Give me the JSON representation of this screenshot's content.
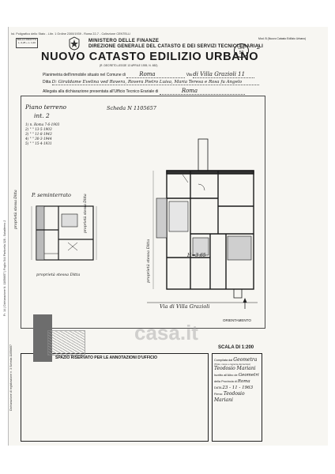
{
  "header": {
    "top_strip": "Ist. Poligrafico dello Stato - Libr. 1  Ordine 2300/1939 - Roma 22-7 - Collezione CENTELLI",
    "stamp_left": [
      "BOLLO RIDOTTO",
      "L. 0,25 + L. 1,00"
    ],
    "ministry": "MINISTERO DELLE FINANZE",
    "direzione": "DIREZIONE GENERALE DEL CATASTO E DEI SERVIZI TECNICI ERARIALI",
    "title": "NUOVO CATASTO EDILIZIO URBANO",
    "subtitle": "(R. DECRETO-LEGGE 13 APRILE 1939, N. 652)",
    "model_tag": "Mod. B (Nuovo Catasto Edilizio Urbano)",
    "lire_label": "Lire",
    "lire_value": "50",
    "corner_number": "2"
  },
  "form": {
    "planimetria_label": "Planimetria dell'immobile situato nel Comune di",
    "comune": "Roma",
    "via_label": "Via",
    "via_value": "di Villa Grazioli 11",
    "ditta_label": "Ditta",
    "ditta_value": "D: Giraldame Evelina ved Rovera, Rovera Pietro Luisa, Maria Teresa e Rosa fu Angelo",
    "allegata_label": "Allegata alla dichiarazione presentata all'Ufficio Tecnico Erariale di",
    "allegata_value": "Roma"
  },
  "drawing": {
    "piano_title": "Piano terreno",
    "int_label": "int. 2",
    "scheda": "Scheda N 1105657",
    "refs": [
      "1) n. Roma  7-6-1903",
      "2)  \"     \"   13-5-1903",
      "3)  \"     \"   11-8-1943",
      "4)  \"     \"   30-3-1944",
      "5)  \"     \"   15-4-1931"
    ],
    "seminterrato": "P. seminterrato",
    "proprieta_stessa_ditta_1": "proprietà stessa Ditta",
    "proprieta_stessa_ditta_2": "proprietà stessa Ditta",
    "proprieta_stessa_ditta_3": "proprietà stessa Ditta",
    "proprieta_right": "proprietà stessa Ditta",
    "height_note": "H=3,65",
    "street_label": "Via di Villa Grazioli",
    "orientamento": "ORIENTAMENTO",
    "scala": "SCALA DI 1:200"
  },
  "office": {
    "riservato": "SPAZIO RISERVATO PER LE ANNOTAZIONI D'UFFICIO"
  },
  "compilata": {
    "label": "Compilata dal",
    "title_value": "Geometra",
    "title_sub": "(Titolo, nome e cognome del tecnico)",
    "name_value": "Teodosio Mariani",
    "iscritto_label": "Iscritto all'Albo de",
    "iscritto_value": "Geometri",
    "provincia_label": "della Provincia di",
    "provincia_value": "Roma",
    "data_label": "DATA",
    "data_value": "23 - 11 - 1963",
    "firma_label": "Firma:",
    "signature": "Teodosio Mariani"
  },
  "side": {
    "vertical_strip": "Fr. 14 | Dichiarazione N. 11056657 | Foglio 544 Particella 328 - Subalterno 2",
    "vertical_strip2": "Dichiarazione di registrazione n. 3 Scheda 11056657"
  },
  "watermark": "casa.it"
}
